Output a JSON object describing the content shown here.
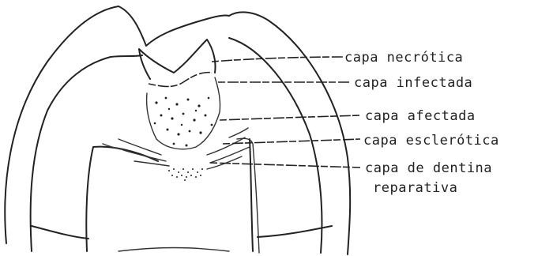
{
  "labels": {
    "necrotica": "capa necrótica",
    "infectada": "capa infectada",
    "afectada": "capa afectada",
    "esclerotica": "capa esclerótica",
    "dentina_line1": "capa de dentina",
    "dentina_line2": "reparativa"
  }
}
